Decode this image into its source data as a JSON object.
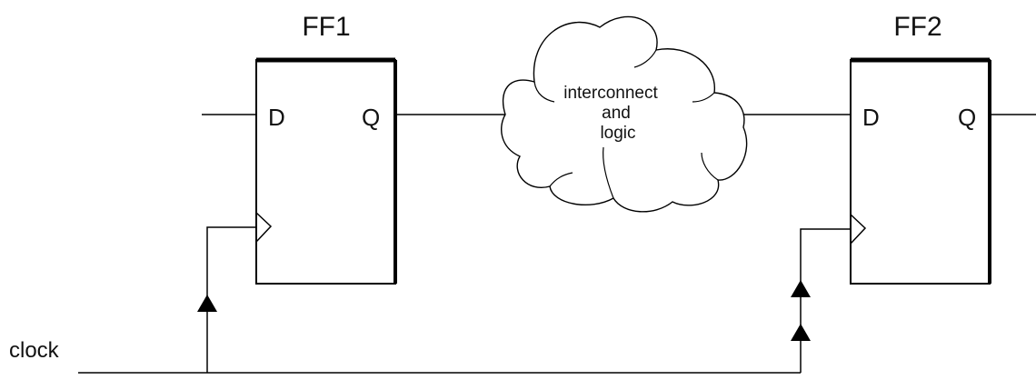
{
  "diagram": {
    "flipflops": [
      {
        "title": "FF1",
        "d_label": "D",
        "q_label": "Q"
      },
      {
        "title": "FF2",
        "d_label": "D",
        "q_label": "Q"
      }
    ],
    "cloud": {
      "lines": [
        "interconnect",
        "and",
        "logic"
      ]
    },
    "clock_label": "clock",
    "colors": {
      "stroke": "#000000",
      "background": "#ffffff"
    }
  }
}
